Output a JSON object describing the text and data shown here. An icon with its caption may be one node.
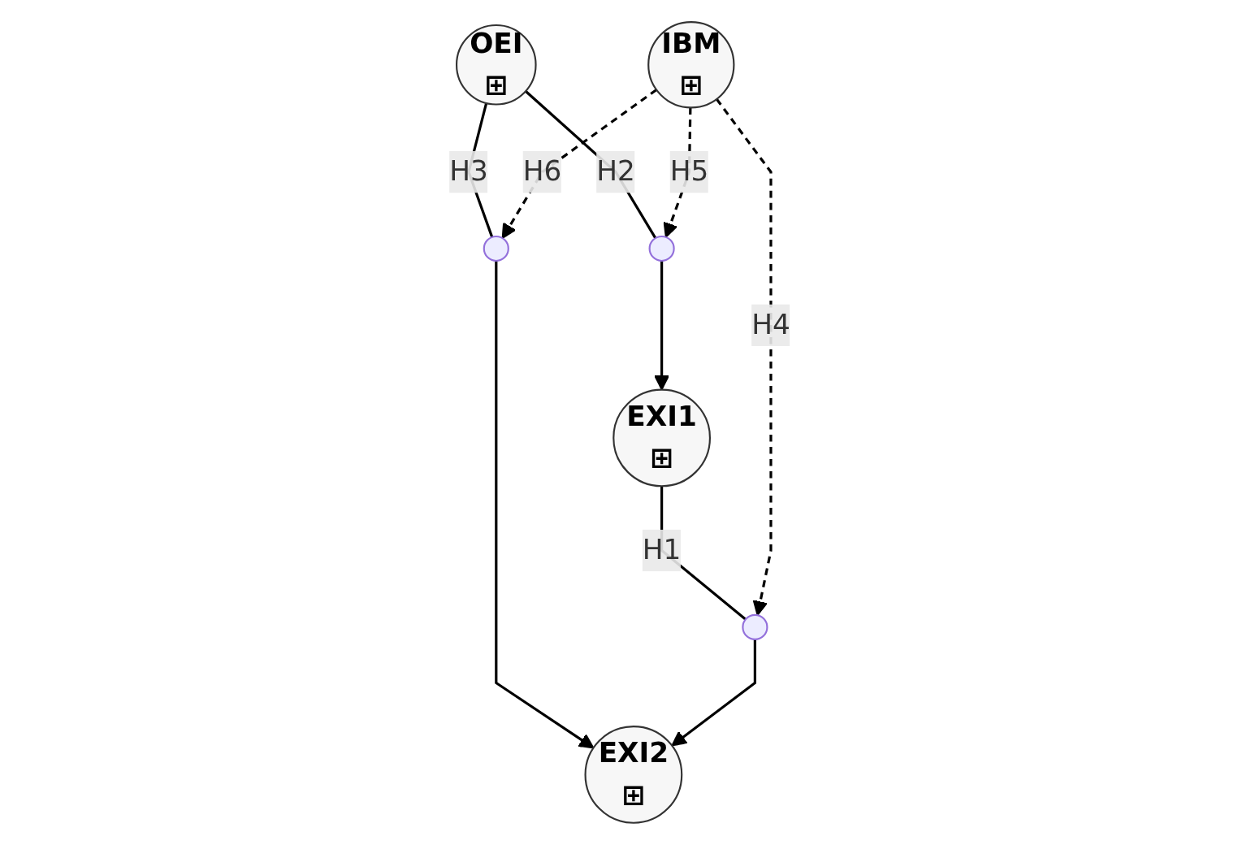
{
  "diagram": {
    "nodes": [
      {
        "text": [
          "IBM",
          "⊞"
        ]
      },
      {
        "text": [
          "OEI",
          "⊞"
        ]
      },
      {
        "text": [
          "EXI1",
          "⊞"
        ]
      },
      {
        "text": [
          "EXI2",
          "⊞"
        ]
      },
      {
        "text": [],
        "shape": "circle"
      },
      {
        "text": [],
        "shape": "circle"
      },
      {
        "text": [],
        "shape": "circle"
      }
    ],
    "edges": [
      {
        "from": 1,
        "to": 4,
        "arrow": "none",
        "label": "H2"
      },
      {
        "from": 4,
        "to": 2,
        "arrow": "to"
      },
      {
        "from": 1,
        "to": 5,
        "arrow": "none",
        "label": "H3"
      },
      {
        "from": 5,
        "to": 3,
        "arrow": "to"
      },
      {
        "from": 2,
        "to": 6,
        "arrow": "none",
        "label": "H1"
      },
      {
        "from": 6,
        "to": 3,
        "arrow": "to"
      },
      {
        "from": 0,
        "to": 4,
        "arrow": "to",
        "style": "dashed",
        "label": "H5"
      },
      {
        "from": 0,
        "to": 5,
        "arrow": "to",
        "style": "dashed",
        "label": "H6"
      },
      {
        "from": 0,
        "to": 6,
        "arrow": "to",
        "style": "dashed",
        "label": "H4"
      }
    ]
  }
}
